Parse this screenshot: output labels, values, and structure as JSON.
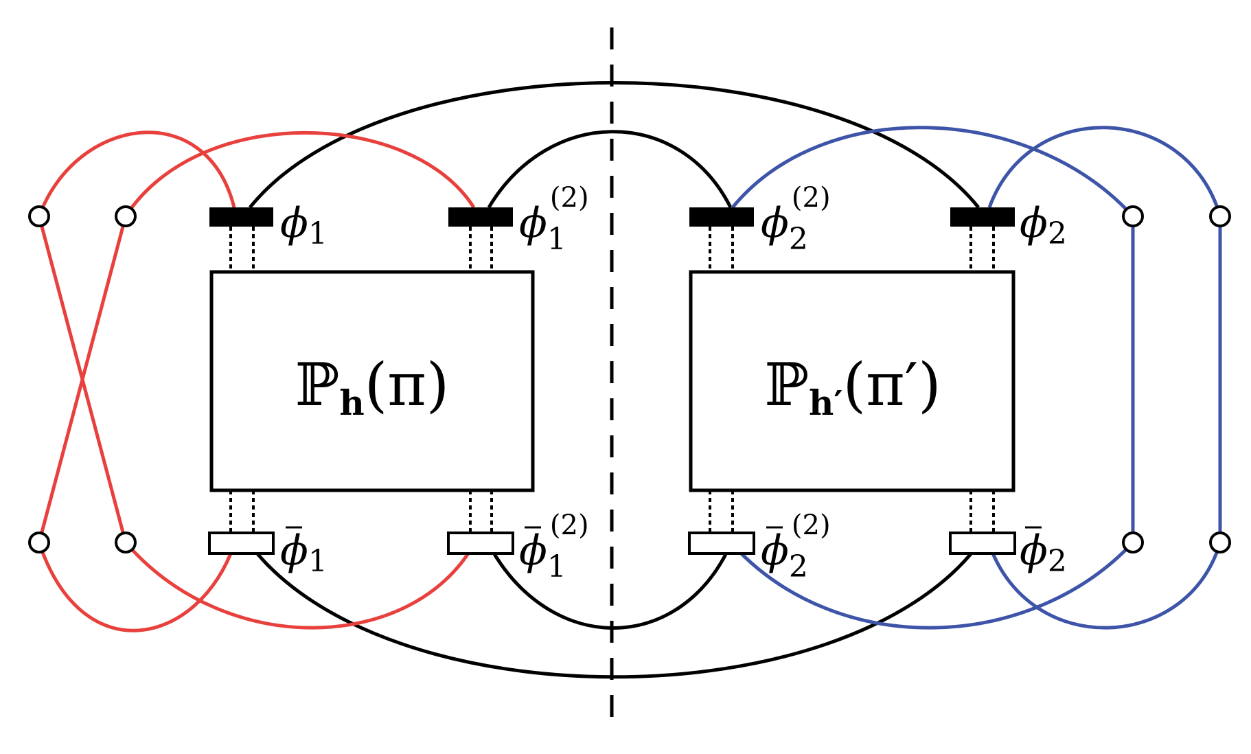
{
  "colors": {
    "left_strands": "#e8413d",
    "right_strands": "#3d54a8",
    "black": "#000000"
  },
  "boxes": {
    "left": {
      "blackboard": "ℙ",
      "subscript": "h",
      "arg": "(π)"
    },
    "right": {
      "blackboard": "ℙ",
      "subscript": "h′",
      "arg": "(π′)"
    }
  },
  "fields": {
    "phi1": {
      "base": "ϕ",
      "sub": "1",
      "sup": ""
    },
    "phi1_2": {
      "base": "ϕ",
      "sub": "1",
      "sup": "(2)"
    },
    "phi2_2": {
      "base": "ϕ",
      "sub": "2",
      "sup": "(2)"
    },
    "phi2": {
      "base": "ϕ",
      "sub": "2",
      "sup": ""
    },
    "phibar1": {
      "base": "ϕ",
      "sub": "1",
      "sup": ""
    },
    "phibar1_2": {
      "base": "ϕ",
      "sub": "1",
      "sup": "(2)"
    },
    "phibar2_2": {
      "base": "ϕ",
      "sub": "2",
      "sup": "(2)"
    },
    "phibar2": {
      "base": "ϕ",
      "sub": "2",
      "sup": ""
    }
  }
}
